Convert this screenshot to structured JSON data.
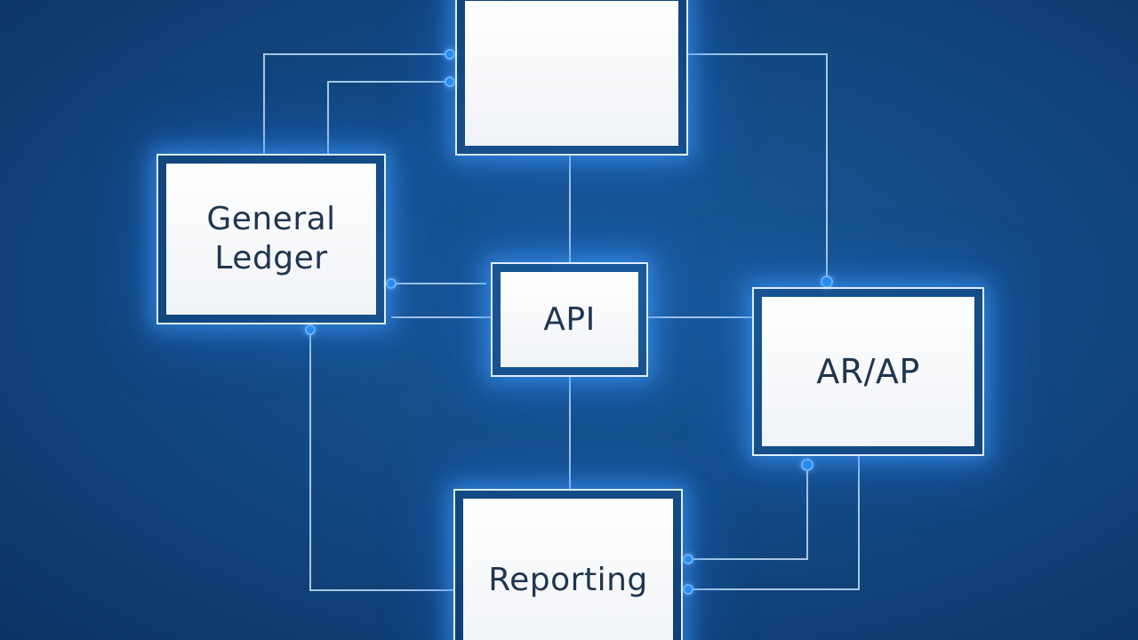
{
  "nodes": {
    "top": {
      "label": ""
    },
    "general_ledger": {
      "label": "General\nLedger"
    },
    "api": {
      "label": "API"
    },
    "ar_ap": {
      "label": "AR/AP"
    },
    "reporting": {
      "label": "Reporting"
    }
  },
  "colors": {
    "background": "#134a84",
    "box_border": "#dceeff",
    "box_fill": "#f4f6f9",
    "text": "#1f3550",
    "connector": "#b9d6f2",
    "connector_dot": "#1e88e5",
    "glow": "#46a0ff"
  }
}
